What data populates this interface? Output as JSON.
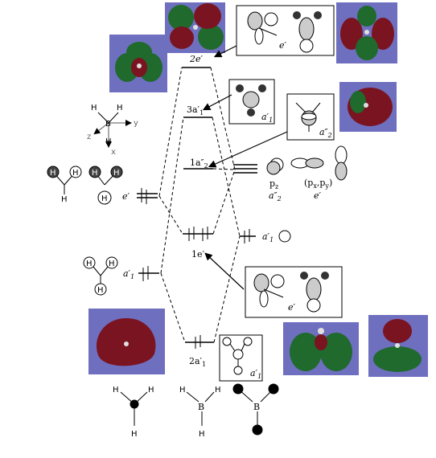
{
  "colors": {
    "render_bg": "#6f6fc0",
    "lobe_red": "#7a1420",
    "lobe_green": "#1f6a2c",
    "line": "#000000"
  },
  "axes": {
    "z": "z",
    "y": "y",
    "x": "x"
  },
  "atoms": {
    "B": "B",
    "H": "H"
  },
  "levels": {
    "e2": "2e′",
    "a3": "3a′",
    "a3_sub": "1",
    "a2": "1a″",
    "a2_sub": "2",
    "e1": "1e′",
    "a1": "2a′",
    "a1_sub": "1"
  },
  "fragments": {
    "h3_e": "e′",
    "h3_a": "a′",
    "h3_a_sub": "1",
    "b_pz": "p",
    "b_pz_sub": "z",
    "b_pz_sym": "a″",
    "b_pz_sym_sub": "2",
    "b_pxpy": "(p",
    "b_pxpy_x": "x",
    "b_pxpy_y": "y",
    "b_pxpy_sep": ",p",
    "b_pxpy_close": ")",
    "b_pxpy_sym": "e′",
    "b_s_sym": "a′",
    "b_s_sym_sub": "1"
  },
  "boxes": {
    "top_e": "e′",
    "a1_box": "a′",
    "a1_box_sub": "1",
    "a2_box": "a″",
    "a2_box_sub": "2",
    "mid_e": "e′",
    "bot_a": "a′",
    "bot_a_sub": "1"
  }
}
